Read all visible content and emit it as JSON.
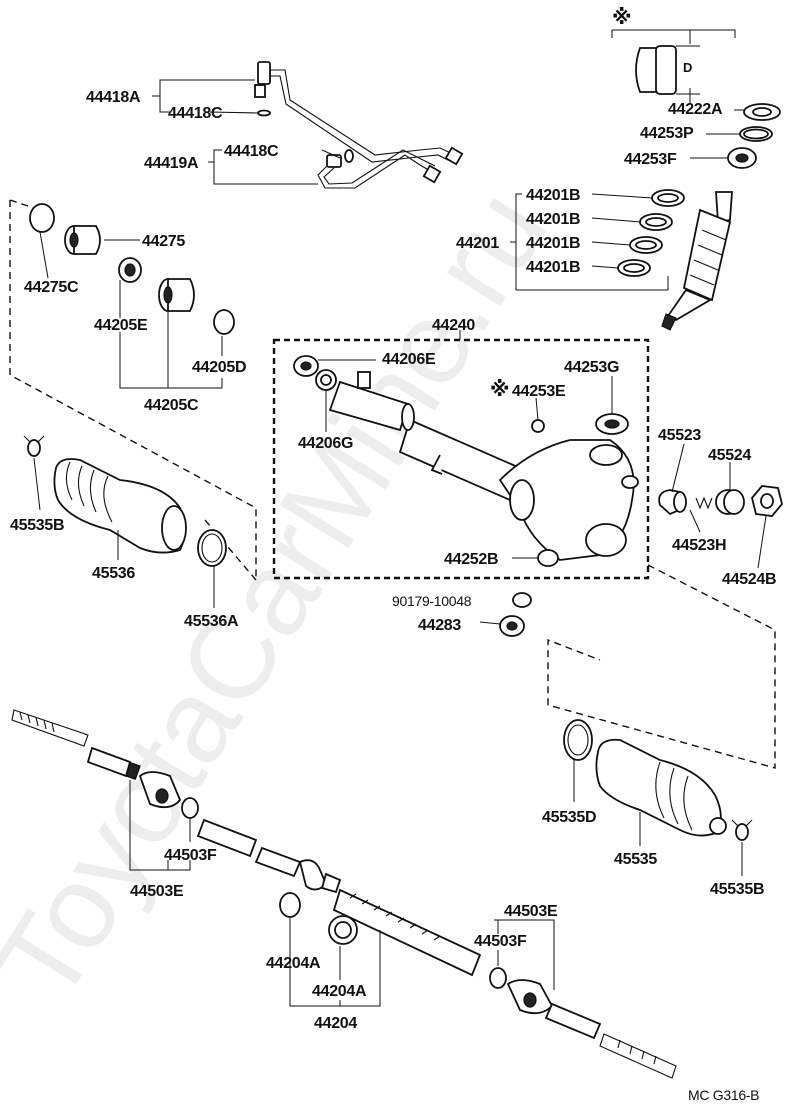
{
  "watermark": "ToyotaCarMine.ru",
  "drawing_code": "MC  G316-B",
  "marks": {
    "note_symbol": "※",
    "dimension_letter": "D"
  },
  "labels": {
    "p44418A": "44418A",
    "p44418C_a": "44418C",
    "p44418C_b": "44418C",
    "p44419A": "44419A",
    "p44275": "44275",
    "p44275C": "44275C",
    "p44205E": "44205E",
    "p44205D": "44205D",
    "p44205C": "44205C",
    "p44222A": "44222A",
    "p44253P": "44253P",
    "p44253F": "44253F",
    "p44201B_1": "44201B",
    "p44201B_2": "44201B",
    "p44201B_3": "44201B",
    "p44201B_4": "44201B",
    "p44201": "44201",
    "p44240": "44240",
    "p44206E": "44206E",
    "p44206G": "44206G",
    "p44253E": "44253E",
    "p44253G": "44253G",
    "p44252B": "44252B",
    "p45523": "45523",
    "p45524": "45524",
    "p44523H": "44523H",
    "p44524B": "44524B",
    "p45535B_left": "45535B",
    "p45536": "45536",
    "p45536A": "45536A",
    "p90179": "90179-10048",
    "p44283": "44283",
    "p45535D": "45535D",
    "p45535": "45535",
    "p45535B_right": "45535B",
    "p44503F_left": "44503F",
    "p44503E_left": "44503E",
    "p44503E_right": "44503E",
    "p44503F_right": "44503F",
    "p44204A_1": "44204A",
    "p44204A_2": "44204A",
    "p44204": "44204"
  }
}
